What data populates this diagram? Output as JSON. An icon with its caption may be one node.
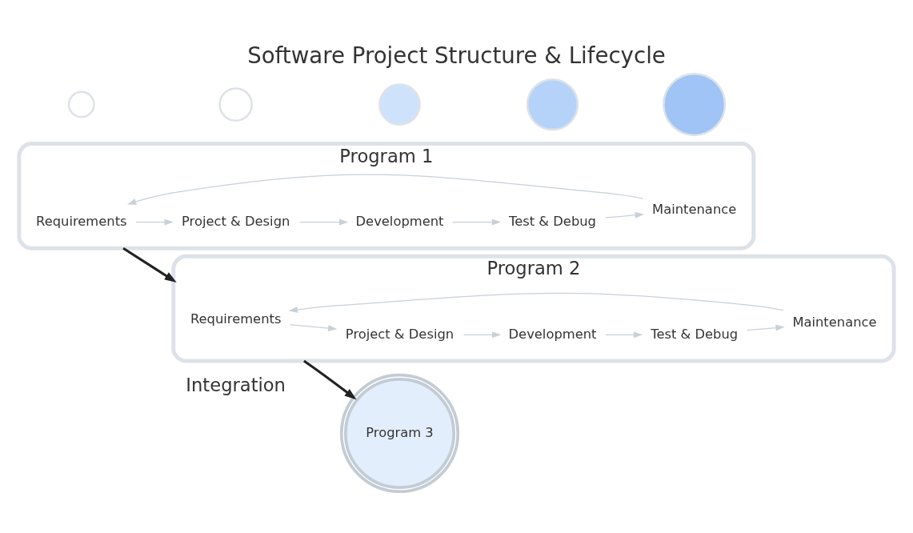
{
  "diagram": {
    "title": "Software Project Structure & Lifecycle",
    "nodes": [
      {
        "text": [
          "Program 1"
        ]
      },
      {
        "text": [
          "Requirements"
        ],
        "in": 0
      },
      {
        "text": [
          "Project & Design"
        ],
        "in": 0
      },
      {
        "text": [
          "Development"
        ],
        "in": 0
      },
      {
        "text": [
          "Test & Debug"
        ],
        "in": 0
      },
      {
        "text": [
          "Maintenance"
        ],
        "in": 0
      },
      {
        "text": [
          "Program 2"
        ]
      },
      {
        "text": [
          "Requirements"
        ],
        "in": 6
      },
      {
        "text": [
          "Project & Design"
        ],
        "in": 6
      },
      {
        "text": [
          "Development"
        ],
        "in": 6
      },
      {
        "text": [
          "Test & Debug"
        ],
        "in": 6
      },
      {
        "text": [
          "Maintenance"
        ],
        "in": 6
      },
      {
        "text": [
          "Program 3"
        ]
      },
      {
        "text": [],
        "shape": "circle"
      },
      {
        "text": [],
        "shape": "circle"
      },
      {
        "text": [],
        "shape": "circle"
      },
      {
        "text": [],
        "shape": "circle"
      },
      {
        "text": [],
        "shape": "circle"
      }
    ],
    "edges": [
      {
        "from": 1,
        "to": 2,
        "arrow": "to"
      },
      {
        "from": 2,
        "to": 3,
        "arrow": "to"
      },
      {
        "from": 3,
        "to": 4,
        "arrow": "to"
      },
      {
        "from": 4,
        "to": 5,
        "arrow": "to"
      },
      {
        "from": 5,
        "to": 1,
        "arrow": "to"
      },
      {
        "from": 7,
        "to": 8,
        "arrow": "to"
      },
      {
        "from": 8,
        "to": 9,
        "arrow": "to"
      },
      {
        "from": 9,
        "to": 10,
        "arrow": "to"
      },
      {
        "from": 10,
        "to": 11,
        "arrow": "to"
      },
      {
        "from": 11,
        "to": 7,
        "arrow": "to"
      },
      {
        "from": 0,
        "to": 6,
        "arrow": "to",
        "style": "thick",
        "color": "#222222"
      },
      {
        "from": 6,
        "to": 12,
        "arrow": "to",
        "style": "thick",
        "color": "#222222"
      }
    ],
    "labels": [
      "Integration"
    ]
  }
}
